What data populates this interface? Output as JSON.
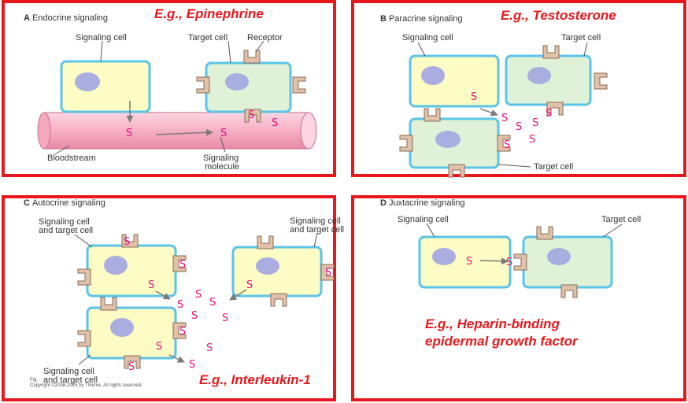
{
  "panels": {
    "a": {
      "letter": "A",
      "title": "Endocrine signaling",
      "example": "E.g., Epinephrine",
      "labels": {
        "signaling_cell": "Signaling cell",
        "target_cell": "Target cell",
        "receptor": "Receptor",
        "bloodstream": "Bloodstream",
        "signaling_molecule_1": "Signaling",
        "signaling_molecule_2": "molecule"
      }
    },
    "b": {
      "letter": "B",
      "title": "Paracrine signaling",
      "example": "E.g., Testosterone",
      "labels": {
        "signaling_cell": "Signaling cell",
        "target_cell_top": "Target cell",
        "target_cell_bottom": "Target cell"
      }
    },
    "c": {
      "letter": "C",
      "title": "Autocrine signaling",
      "example": "E.g., Interleukin-1",
      "labels": {
        "cell_1_line1": "Signaling cell",
        "cell_1_line2": "and target cell",
        "cell_2_line1": "Signaling cell",
        "cell_2_line2": "and target cell",
        "cell_3_line1": "Signaling cell",
        "cell_3_line2": "and target cell"
      },
      "fig": "Fig.",
      "copyright": "Copyright ©2008-2015 by Thieme. All rights reserved."
    },
    "d": {
      "letter": "D",
      "title": "Juxtacrine signaling",
      "example_line1": "E.g., Heparin-binding",
      "example_line2": "epidermal growth factor",
      "labels": {
        "signaling_cell": "Signaling cell",
        "target_cell": "Target cell"
      }
    }
  },
  "molecule_symbol": "S",
  "colors": {
    "border_red": "#e8171c",
    "signaling_cell_fill": "#fdfcc4",
    "target_cell_fill": "#dff2d8",
    "cell_border": "#5bc4e8",
    "nucleus": "#a9addf",
    "receptor_fill": "#e0c2a8",
    "receptor_stroke": "#8a6a58",
    "molecule": "#e6117a",
    "bloodstream": "#f7b3c7"
  }
}
